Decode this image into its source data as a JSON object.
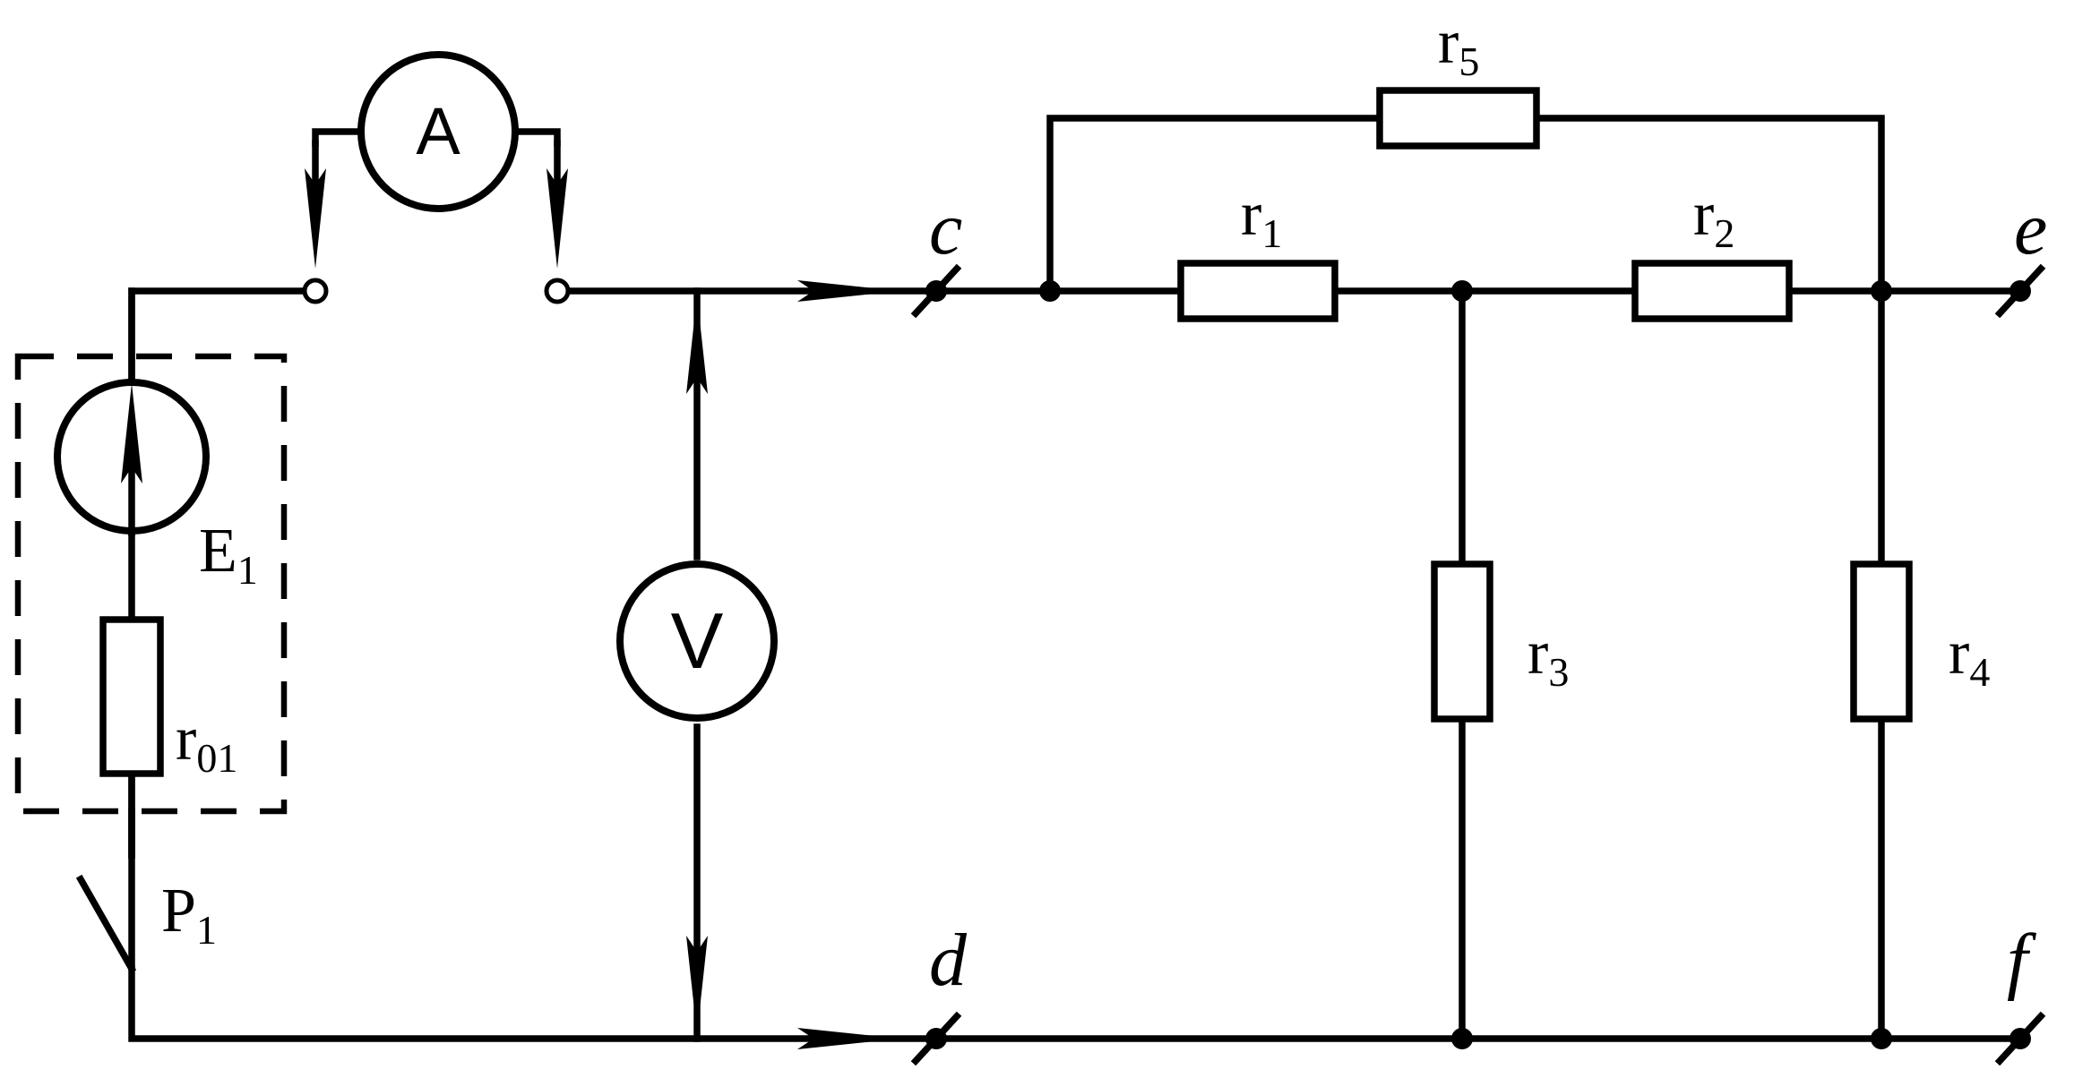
{
  "meters": {
    "ammeter": "A",
    "voltmeter": "V"
  },
  "source": {
    "emf": {
      "base": "E",
      "sub": "1"
    },
    "internal_resistance": {
      "base": "r",
      "sub": "01"
    }
  },
  "switch": {
    "base": "P",
    "sub": "1"
  },
  "resistors": {
    "r1": {
      "base": "r",
      "sub": "1"
    },
    "r2": {
      "base": "r",
      "sub": "2"
    },
    "r3": {
      "base": "r",
      "sub": "3"
    },
    "r4": {
      "base": "r",
      "sub": "4"
    },
    "r5": {
      "base": "r",
      "sub": "5"
    }
  },
  "terminals": {
    "c": "c",
    "d": "d",
    "e": "e",
    "f": "f"
  },
  "colors": {
    "ink": "#000000",
    "background": "#ffffff"
  }
}
